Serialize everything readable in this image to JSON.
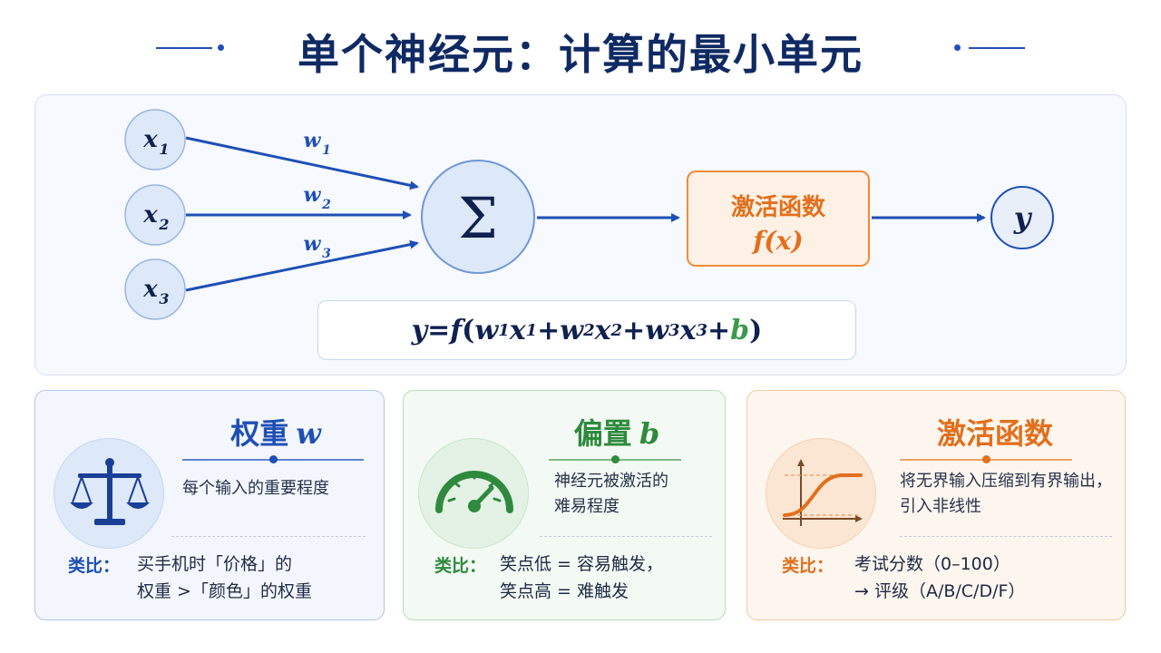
{
  "title": "单个神经元：计算的最小单元",
  "diagram": {
    "inputs": [
      {
        "var": "x",
        "sub": "1"
      },
      {
        "var": "x",
        "sub": "2"
      },
      {
        "var": "x",
        "sub": "3"
      }
    ],
    "weights": [
      {
        "var": "w",
        "sub": "1"
      },
      {
        "var": "w",
        "sub": "2"
      },
      {
        "var": "w",
        "sub": "3"
      }
    ],
    "sum_symbol": "Σ",
    "activation_title": "激活函数",
    "activation_fx": "f(x)",
    "output": "y",
    "formula": {
      "lhs": "y",
      "eq": "=",
      "f": "f",
      "open": "(",
      "t1w": "w",
      "t1ws": "1",
      "t1x": "x",
      "t1xs": "1",
      "plus": "+",
      "t2w": "w",
      "t2ws": "2",
      "t2x": "x",
      "t2xs": "2",
      "t3w": "w",
      "t3ws": "3",
      "t3x": "x",
      "t3xs": "3",
      "b": "b",
      "close": ")"
    }
  },
  "cards": {
    "weight": {
      "title": "权重",
      "symbol": "w",
      "description": "每个输入的重要程度",
      "analogy_label": "类比：",
      "analogy_line1": "买手机时「价格」的",
      "analogy_line2": "权重 >「颜色」的权重",
      "icon": "balance-scale-icon"
    },
    "bias": {
      "title": "偏置",
      "symbol": "b",
      "description_line1": "神经元被激活的",
      "description_line2": "难易程度",
      "analogy_label": "类比：",
      "analogy_line1": "笑点低 = 容易触发，",
      "analogy_line2": "笑点高 = 难触发",
      "icon": "gauge-icon"
    },
    "activation": {
      "title": "激活函数",
      "description_line1": "将无界输入压缩到有界输出，",
      "description_line2": "引入非线性",
      "analogy_label": "类比：",
      "analogy_line1": "考试分数（0–100）",
      "analogy_line2": "→ 评级（A/B/C/D/F）",
      "icon": "sigmoid-curve-icon"
    }
  },
  "colors": {
    "primary_blue": "#1f4fb5",
    "bias_green": "#2f8a3e",
    "activation_orange": "#e26f1c"
  }
}
